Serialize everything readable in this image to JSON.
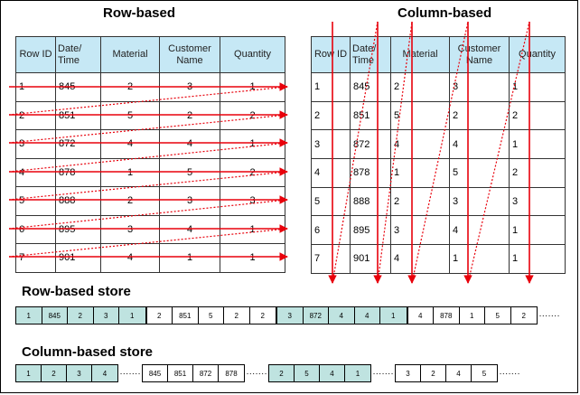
{
  "row_title": "Row-based",
  "col_title": "Column-based",
  "headers": [
    "Row ID",
    "Date/ Time",
    "Material",
    "Customer Name",
    "Quantity"
  ],
  "rows": [
    [
      "1",
      "845",
      "2",
      "3",
      "1"
    ],
    [
      "2",
      "851",
      "5",
      "2",
      "2"
    ],
    [
      "3",
      "872",
      "4",
      "4",
      "1"
    ],
    [
      "4",
      "878",
      "1",
      "5",
      "2"
    ],
    [
      "5",
      "888",
      "2",
      "3",
      "3"
    ],
    [
      "6",
      "895",
      "3",
      "4",
      "1"
    ],
    [
      "7",
      "901",
      "4",
      "1",
      "1"
    ]
  ],
  "row_store_label": "Row-based store",
  "col_store_label": "Column-based store",
  "row_store": [
    {
      "values": [
        "1",
        "845",
        "2",
        "3",
        "1"
      ],
      "highlight": true
    },
    {
      "values": [
        "2",
        "851",
        "5",
        "2",
        "2"
      ],
      "highlight": false
    },
    {
      "values": [
        "3",
        "872",
        "4",
        "4",
        "1"
      ],
      "highlight": true
    },
    {
      "values": [
        "4",
        "878",
        "1",
        "5",
        "2"
      ],
      "highlight": false
    }
  ],
  "col_store": [
    {
      "values": [
        "1",
        "2",
        "3",
        "4"
      ],
      "highlight": true
    },
    {
      "values": [
        "845",
        "851",
        "872",
        "878"
      ],
      "highlight": false
    },
    {
      "values": [
        "2",
        "5",
        "4",
        "1"
      ],
      "highlight": true
    },
    {
      "values": [
        "3",
        "2",
        "4",
        "5"
      ],
      "highlight": false
    }
  ],
  "colors": {
    "header_bg": "#c6e8f5",
    "store_highlight": "#bfe3e0",
    "arrow": "#e8000b"
  }
}
